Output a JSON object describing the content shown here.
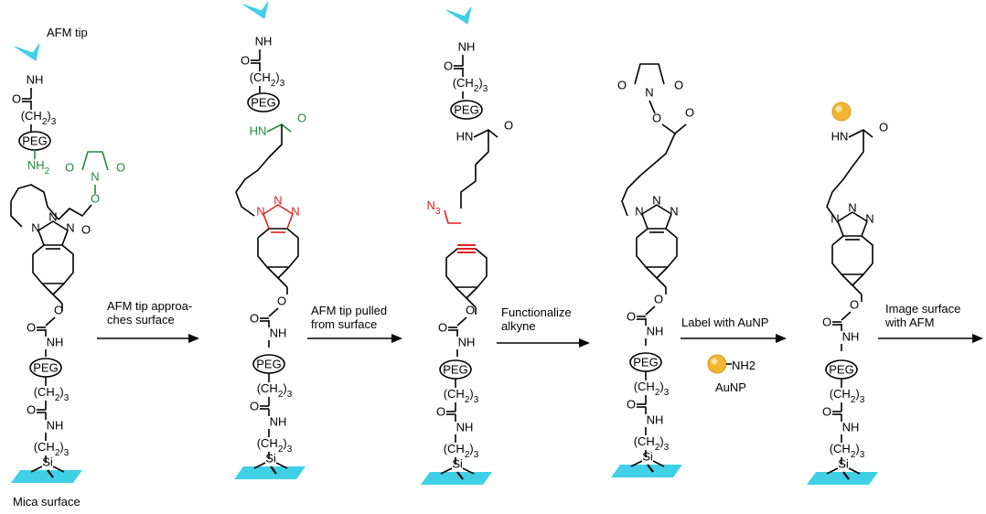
{
  "labels": {
    "afm_tip": "AFM tip",
    "mica_surface": "Mica surface"
  },
  "steps": [
    {
      "label": "AFM tip approa-\nches surface"
    },
    {
      "label": "AFM tip pulled\nfrom surface"
    },
    {
      "label": "Functionalize\nalkyne"
    },
    {
      "label": "Label with AuNP"
    },
    {
      "label": "Image surface\nwith AFM"
    }
  ],
  "reagent": {
    "amine": "NH2",
    "name": "AuNP"
  },
  "chem": {
    "NH": "NH",
    "HN": "HN",
    "O": "O",
    "N": "N",
    "Si": "Si",
    "CH2_3": "(CH2)3",
    "PEG": "PEG",
    "NH2": "NH2",
    "N3": "N3"
  },
  "colors": {
    "tip": "#3fd0e6",
    "surface": "#3fd0e6",
    "green": "#1f8a3c",
    "red": "#e02020",
    "gold": "#f2b531",
    "black": "#000000"
  }
}
